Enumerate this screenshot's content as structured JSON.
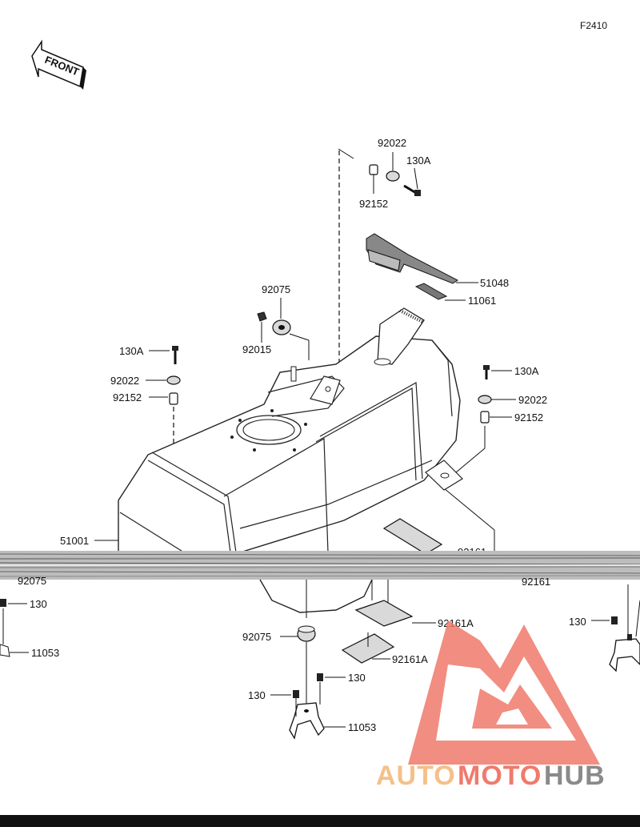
{
  "figure_code": "F2410",
  "front_label": "FRONT",
  "parts": {
    "p92022_top": "92022",
    "p130A_top": "130A",
    "p92152_top": "92152",
    "p51048": "51048",
    "p11061": "11061",
    "p92075_top": "92075",
    "p92015": "92015",
    "p130A_left": "130A",
    "p92022_left": "92022",
    "p92152_left": "92152",
    "p130A_right": "130A",
    "p92022_right": "92022",
    "p92152_right": "92152",
    "p51001": "51001",
    "p92161_right": "92161",
    "p92161_partial": "92161",
    "p92075_partial": "92075",
    "p130_left": "130",
    "p11053_left": "11053",
    "p92161A_1": "92161A",
    "p92161A_2": "92161A",
    "p92075_bottom": "92075",
    "p130_b1": "130",
    "p130_b2": "130",
    "p11053_bottom": "11053",
    "p130_right": "130"
  },
  "watermark": {
    "part1": "AUTO",
    "part2": "MOTO",
    "part3": "HUB",
    "colors": {
      "auto": "#f4c08a",
      "moto": "#f07a6c",
      "hub": "#8a8a8a",
      "logo": "#f07a6c"
    }
  }
}
